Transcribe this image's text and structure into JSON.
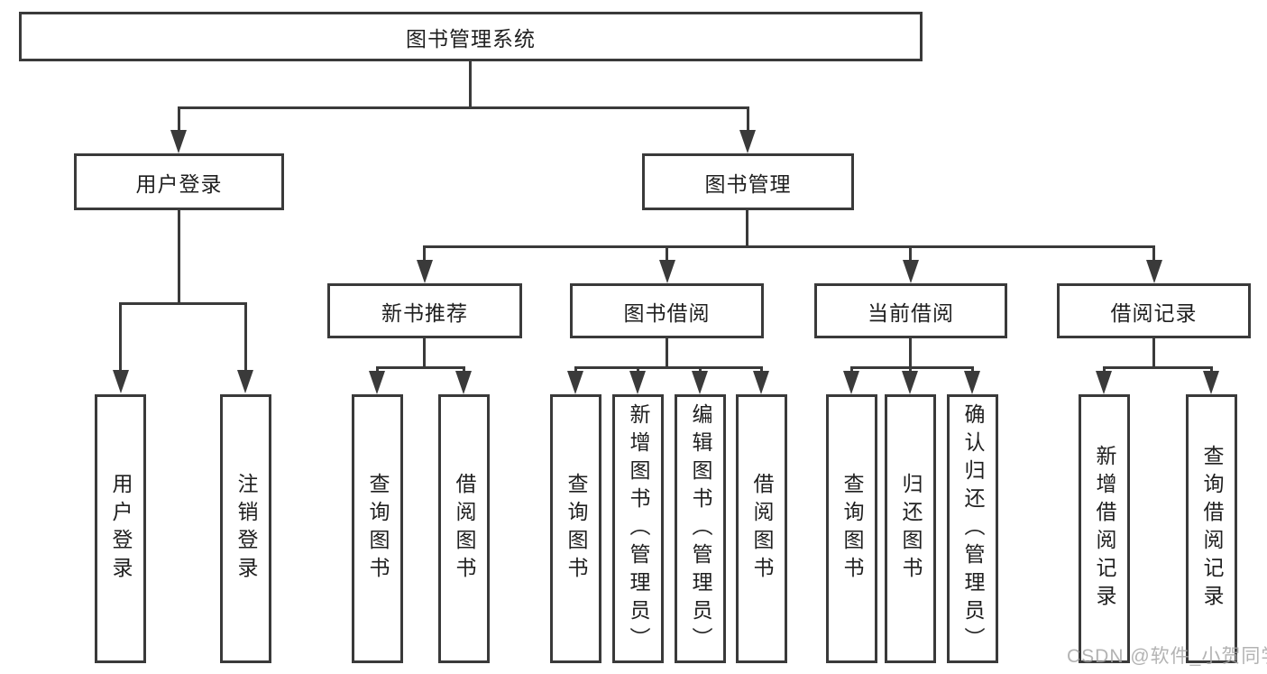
{
  "colors": {
    "line": "#3a3a3a",
    "text": "#1f1f1f",
    "watermark": "#a6a6a6",
    "background": "#ffffff"
  },
  "tree": {
    "label": "图书管理系统",
    "children": [
      {
        "label": "用户登录",
        "children": [
          {
            "label": "用户登录"
          },
          {
            "label": "注销登录"
          }
        ]
      },
      {
        "label": "图书管理",
        "children": [
          {
            "label": "新书推荐",
            "children": [
              {
                "label": "查询图书"
              },
              {
                "label": "借阅图书"
              }
            ]
          },
          {
            "label": "图书借阅",
            "children": [
              {
                "label": "查询图书"
              },
              {
                "label": "新增图书（管理员）"
              },
              {
                "label": "编辑图书（管理员）"
              },
              {
                "label": "借阅图书"
              }
            ]
          },
          {
            "label": "当前借阅",
            "children": [
              {
                "label": "查询图书"
              },
              {
                "label": "归还图书"
              },
              {
                "label": "确认归还（管理员）"
              }
            ]
          },
          {
            "label": "借阅记录",
            "children": [
              {
                "label": "新增借阅记录"
              },
              {
                "label": "查询借阅记录"
              }
            ]
          }
        ]
      }
    ]
  },
  "watermark": {
    "text": "CSDN @软件_小贺同学"
  }
}
